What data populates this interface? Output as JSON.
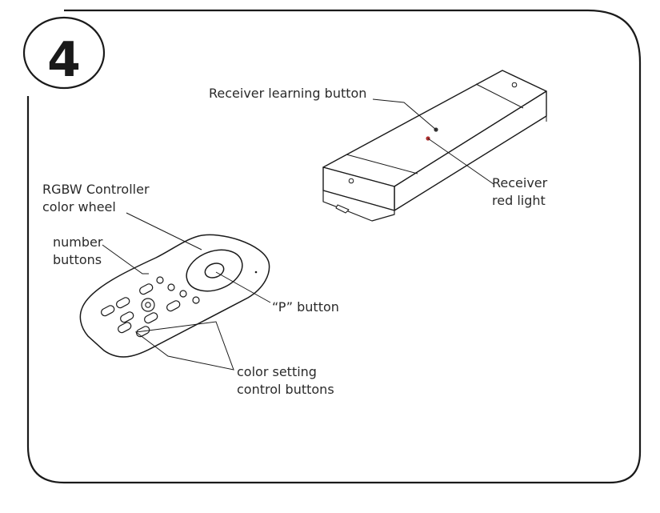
{
  "step": {
    "number": "4"
  },
  "labels": {
    "receiver_learning_button": "Receiver learning button",
    "receiver_red_light_line1": "Receiver",
    "receiver_red_light_line2": "red light",
    "color_wheel_line1": "RGBW Controller",
    "color_wheel_line2": "color wheel",
    "number_buttons_line1": "number",
    "number_buttons_line2": "buttons",
    "p_button": "“P” button",
    "color_setting_line1": "color setting",
    "color_setting_line2": "control buttons"
  }
}
